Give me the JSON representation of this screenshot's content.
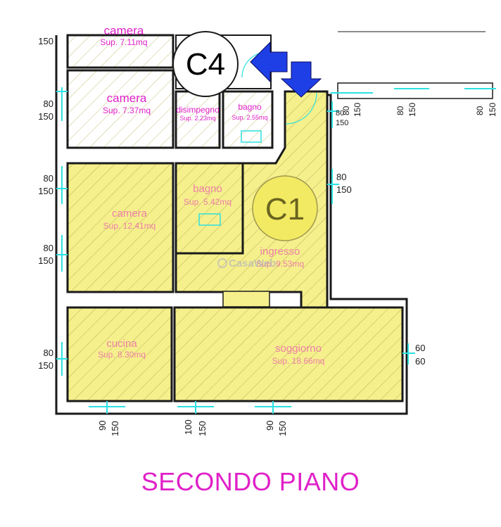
{
  "title": "SECONDO PIANO",
  "colors": {
    "fill": "#f5f08c",
    "hatch": "#b9b05a",
    "wall": "#1a1a1a",
    "cyan": "#2ee0e0",
    "magenta": "#e020c8",
    "label_light": "#ee7fa8",
    "arrow": "#1f3fe6"
  },
  "units": [
    {
      "label": "C4",
      "icon": "circle-label"
    },
    {
      "label": "C1",
      "icon": "circle-label"
    }
  ],
  "rooms": {
    "camera_top": {
      "name": "camera",
      "area": "Sup. 7.11mq"
    },
    "camera_2": {
      "name": "camera",
      "area": "Sup. 7.37mq"
    },
    "disimpegno": {
      "name": "disimpegno",
      "area": "Sup. 2.23mq"
    },
    "bagno_small": {
      "name": "bagno",
      "area": "Sup. 2.55mq"
    },
    "bagno": {
      "name": "bagno",
      "area": "Sup. 5.42mq"
    },
    "camera_main": {
      "name": "camera",
      "area": "Sup. 12.41mq"
    },
    "ingresso": {
      "name": "ingresso",
      "area": "Sup. 9.53mq"
    },
    "cucina": {
      "name": "cucina",
      "area": "Sup. 8.30mq"
    },
    "soggiorno": {
      "name": "soggiorno",
      "area": "Sup. 18.66mq"
    }
  },
  "watermark": "CasaWeb",
  "dims": {
    "l1": "150",
    "l2a": "80",
    "l2b": "150",
    "l3a": "80",
    "l3b": "150",
    "l4a": "80",
    "l4b": "150",
    "l5a": "80",
    "l5b": "150",
    "r1a": "80",
    "r1b": "150",
    "r2a": "80",
    "r2b": "150",
    "r3a": "60",
    "r3b": "60",
    "t1a": "80",
    "t1b": "150",
    "t2a": "80",
    "t2b": "150",
    "t3a": "80",
    "t3b": "150",
    "b1a": "90",
    "b1b": "150",
    "b2a": "100",
    "b2b": "150",
    "b3a": "90",
    "b3b": "150"
  }
}
